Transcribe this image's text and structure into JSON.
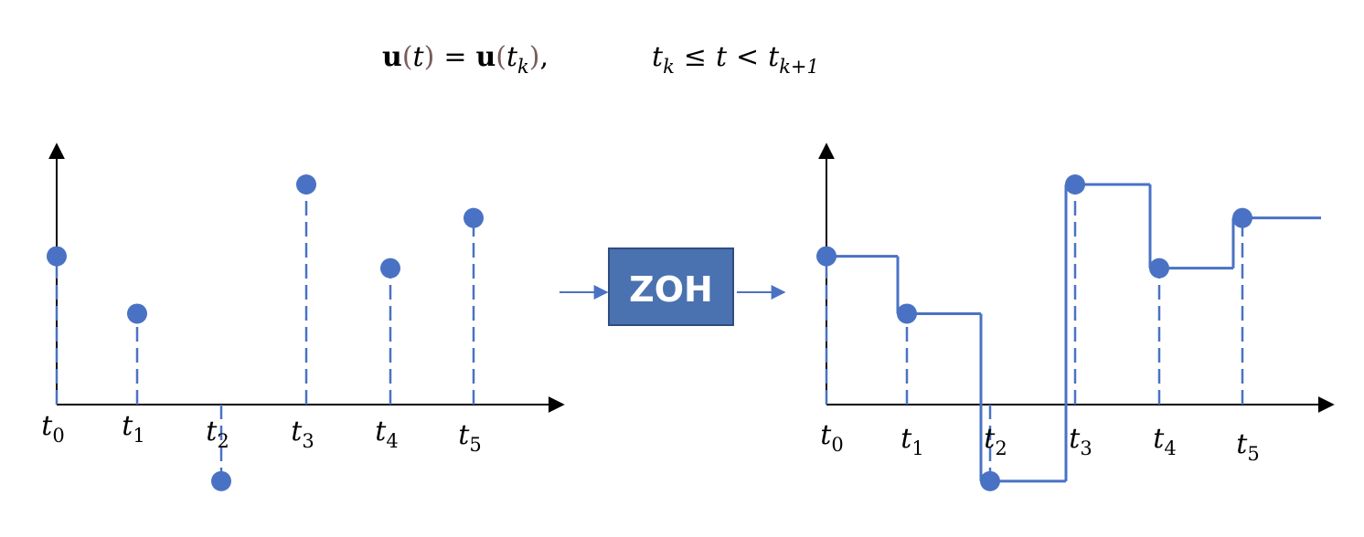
{
  "equation": {
    "lhs_vector": "u",
    "lhs_arg": "t",
    "equals": "=",
    "rhs_vector": "u",
    "rhs_arg_base": "t",
    "rhs_arg_sub": "k",
    "comma": ",",
    "cond_left_base": "t",
    "cond_left_sub": "k",
    "leq": "≤",
    "cond_mid": "t",
    "lt": "<",
    "cond_right_base": "t",
    "cond_right_sub": "k+1",
    "paren_open": "(",
    "paren_close": ")"
  },
  "zoh_block": {
    "label": "ZOH",
    "fill": "#4a72b0",
    "border": "#2e4e80",
    "text_color": "#ffffff"
  },
  "colors": {
    "axis": "#000000",
    "sample": "#4a72c4",
    "stem": "#4a72c4",
    "paren": "#7a5c5c"
  },
  "time_labels": [
    {
      "base": "t",
      "sub": "0"
    },
    {
      "base": "t",
      "sub": "1"
    },
    {
      "base": "t",
      "sub": "2"
    },
    {
      "base": "t",
      "sub": "3"
    },
    {
      "base": "t",
      "sub": "4"
    },
    {
      "base": "t",
      "sub": "5"
    }
  ],
  "chart_data": {
    "type": "scatter",
    "samples": [
      0.62,
      0.38,
      -0.32,
      0.92,
      0.57,
      0.78
    ],
    "ylim": [
      -0.4,
      1.1
    ],
    "left_plot": "sampled",
    "right_plot": "zero-order-hold"
  }
}
